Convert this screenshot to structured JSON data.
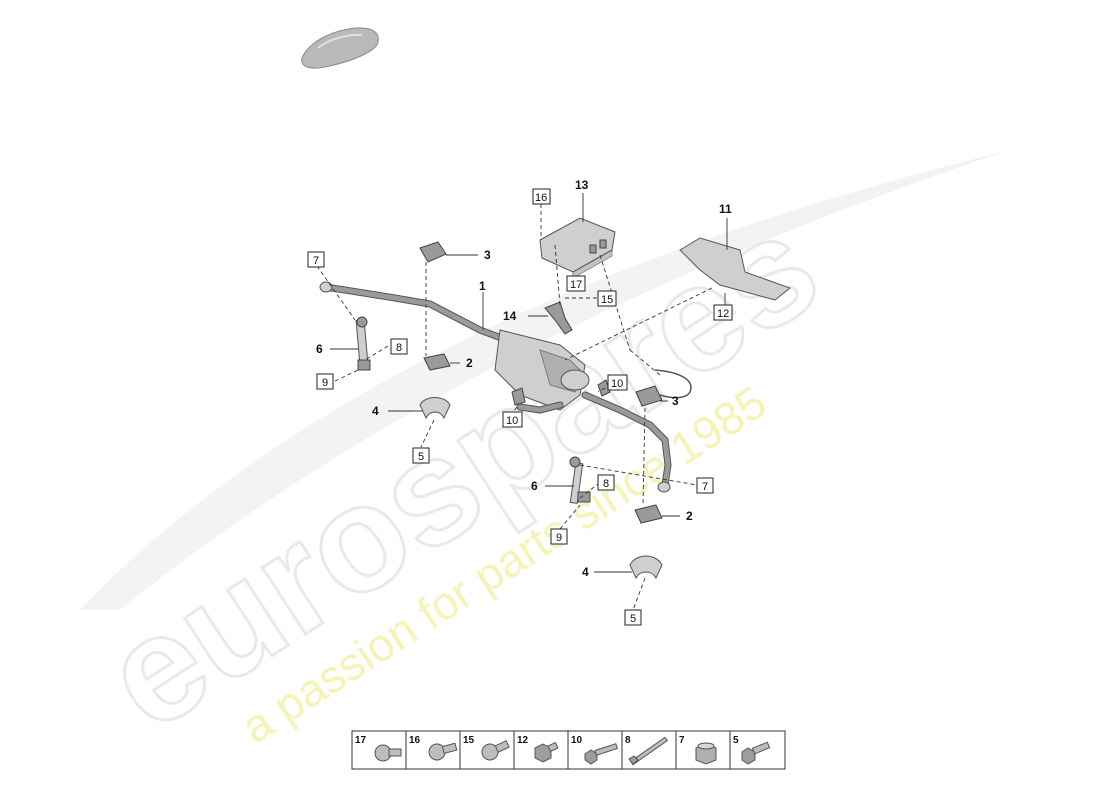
{
  "watermark": {
    "brand": "eurospares",
    "slogan": "a passion for parts since 1985"
  },
  "callouts": {
    "c1": "1",
    "c2a": "2",
    "c2b": "2",
    "c3a": "3",
    "c3b": "3",
    "c4a": "4",
    "c4b": "4",
    "c5a": "5",
    "c5b": "5",
    "c6a": "6",
    "c6b": "6",
    "c7a": "7",
    "c7b": "7",
    "c8a": "8",
    "c8b": "8",
    "c9a": "9",
    "c9b": "9",
    "c10a": "10",
    "c10b": "10",
    "c11": "11",
    "c12": "12",
    "c13": "13",
    "c14": "14",
    "c15": "15",
    "c16": "16",
    "c17": "17"
  },
  "legend": [
    {
      "number": "17",
      "icon": "bolt-round-head-icon"
    },
    {
      "number": "16",
      "icon": "bolt-round-head-icon"
    },
    {
      "number": "15",
      "icon": "bolt-flange-icon"
    },
    {
      "number": "12",
      "icon": "bolt-hex-flange-icon"
    },
    {
      "number": "10",
      "icon": "bolt-long-hex-icon"
    },
    {
      "number": "8",
      "icon": "stud-icon"
    },
    {
      "number": "7",
      "icon": "nut-icon"
    },
    {
      "number": "5",
      "icon": "bolt-hex-icon"
    }
  ]
}
